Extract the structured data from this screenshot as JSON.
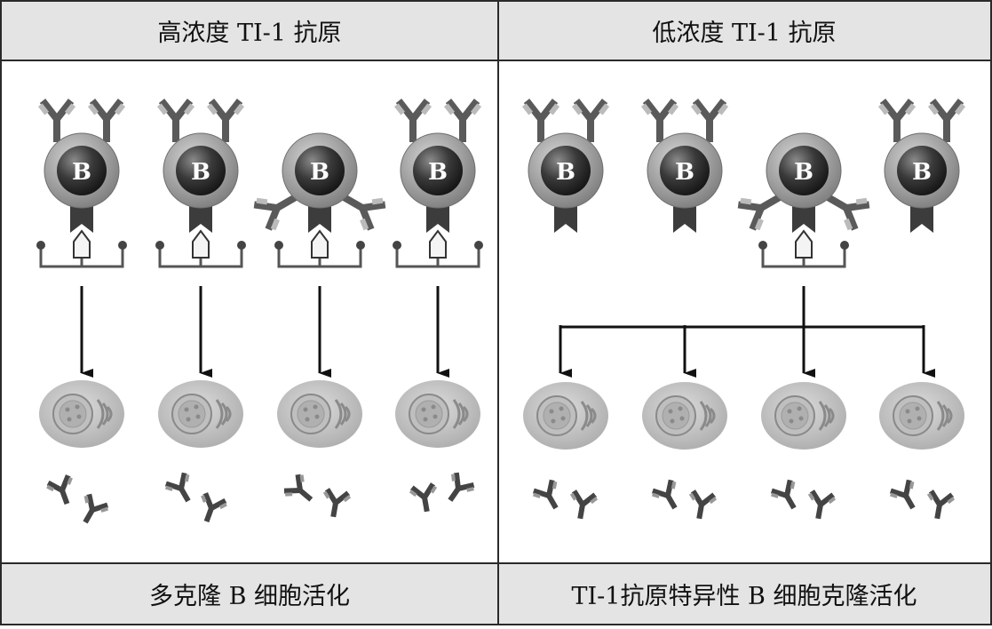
{
  "panels": {
    "left": {
      "header": "高浓度 TI-1 抗原",
      "footer": "多克隆 B 细胞活化"
    },
    "right": {
      "header": "低浓度 TI-1 抗原",
      "footer": "TI-1抗原特异性 B 细胞克隆活化"
    }
  },
  "cell_label": "B",
  "colors": {
    "header_bg": "#e4e4e4",
    "border": "#2a2a2a",
    "arrow": "#111111",
    "bcell_outer": "#9a9a9a",
    "bcell_nucleus": "#2e2e2e",
    "plasma_cell": "#c8c8c8",
    "receptor": "#555555"
  },
  "icons": [
    "b-cell-icon",
    "plasma-cell-icon",
    "antibody-icon",
    "ti1-antigen-icon",
    "bcr-receptor-icon",
    "arrow-icon"
  ]
}
